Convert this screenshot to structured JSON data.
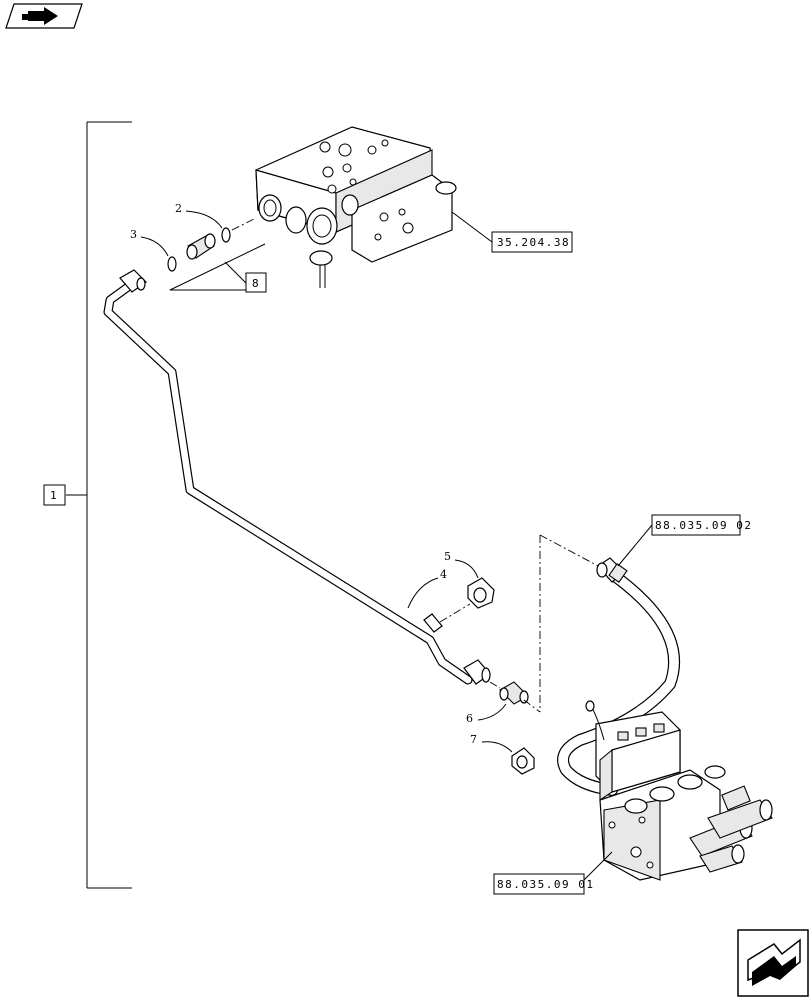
{
  "callouts": {
    "assembly_ref": "1",
    "kit_ref": "8",
    "valve_ref": "35.204.38",
    "hose_ref": "88.035.09 02",
    "control_valve_ref": "88.035.09 01"
  },
  "item_numbers": {
    "item2": "2",
    "item3": "3",
    "item4": "4",
    "item5": "5",
    "item6": "6",
    "item7": "7"
  },
  "icons": {
    "top_left": "previous-page-icon",
    "bottom_right": "next-page-icon"
  }
}
